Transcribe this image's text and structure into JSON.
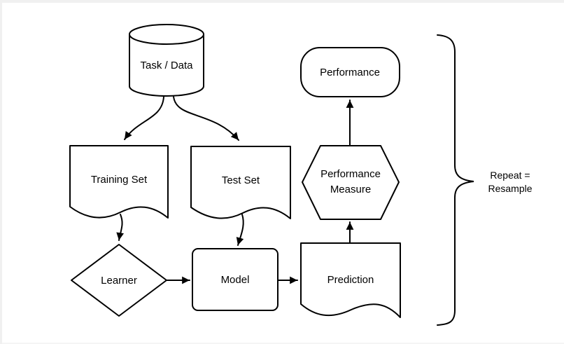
{
  "page": {
    "background_color": "#ffffff",
    "frame_color": "#f0f0f0",
    "stroke_color": "#000000"
  },
  "diagram": {
    "nodes": [
      {
        "id": "task-data",
        "shape": "cylinder",
        "label": "Task / Data"
      },
      {
        "id": "training-set",
        "shape": "document",
        "label": "Training Set"
      },
      {
        "id": "test-set",
        "shape": "document",
        "label": "Test Set"
      },
      {
        "id": "learner",
        "shape": "diamond",
        "label": "Learner"
      },
      {
        "id": "model",
        "shape": "rounded-rectangle",
        "label": "Model"
      },
      {
        "id": "prediction",
        "shape": "document",
        "label": "Prediction"
      },
      {
        "id": "performance-measure",
        "shape": "hexagon",
        "label_lines": [
          "Performance",
          "Measure"
        ]
      },
      {
        "id": "performance",
        "shape": "terminator",
        "label": "Performance"
      }
    ],
    "edges": [
      {
        "from": "task-data",
        "to": "training-set"
      },
      {
        "from": "task-data",
        "to": "test-set"
      },
      {
        "from": "training-set",
        "to": "learner"
      },
      {
        "from": "learner",
        "to": "model"
      },
      {
        "from": "test-set",
        "to": "model"
      },
      {
        "from": "model",
        "to": "prediction"
      },
      {
        "from": "prediction",
        "to": "performance-measure"
      },
      {
        "from": "performance-measure",
        "to": "performance"
      }
    ],
    "annotation": {
      "line1": "Repeat =",
      "line2": "Resample",
      "bracket_side": "right"
    }
  }
}
